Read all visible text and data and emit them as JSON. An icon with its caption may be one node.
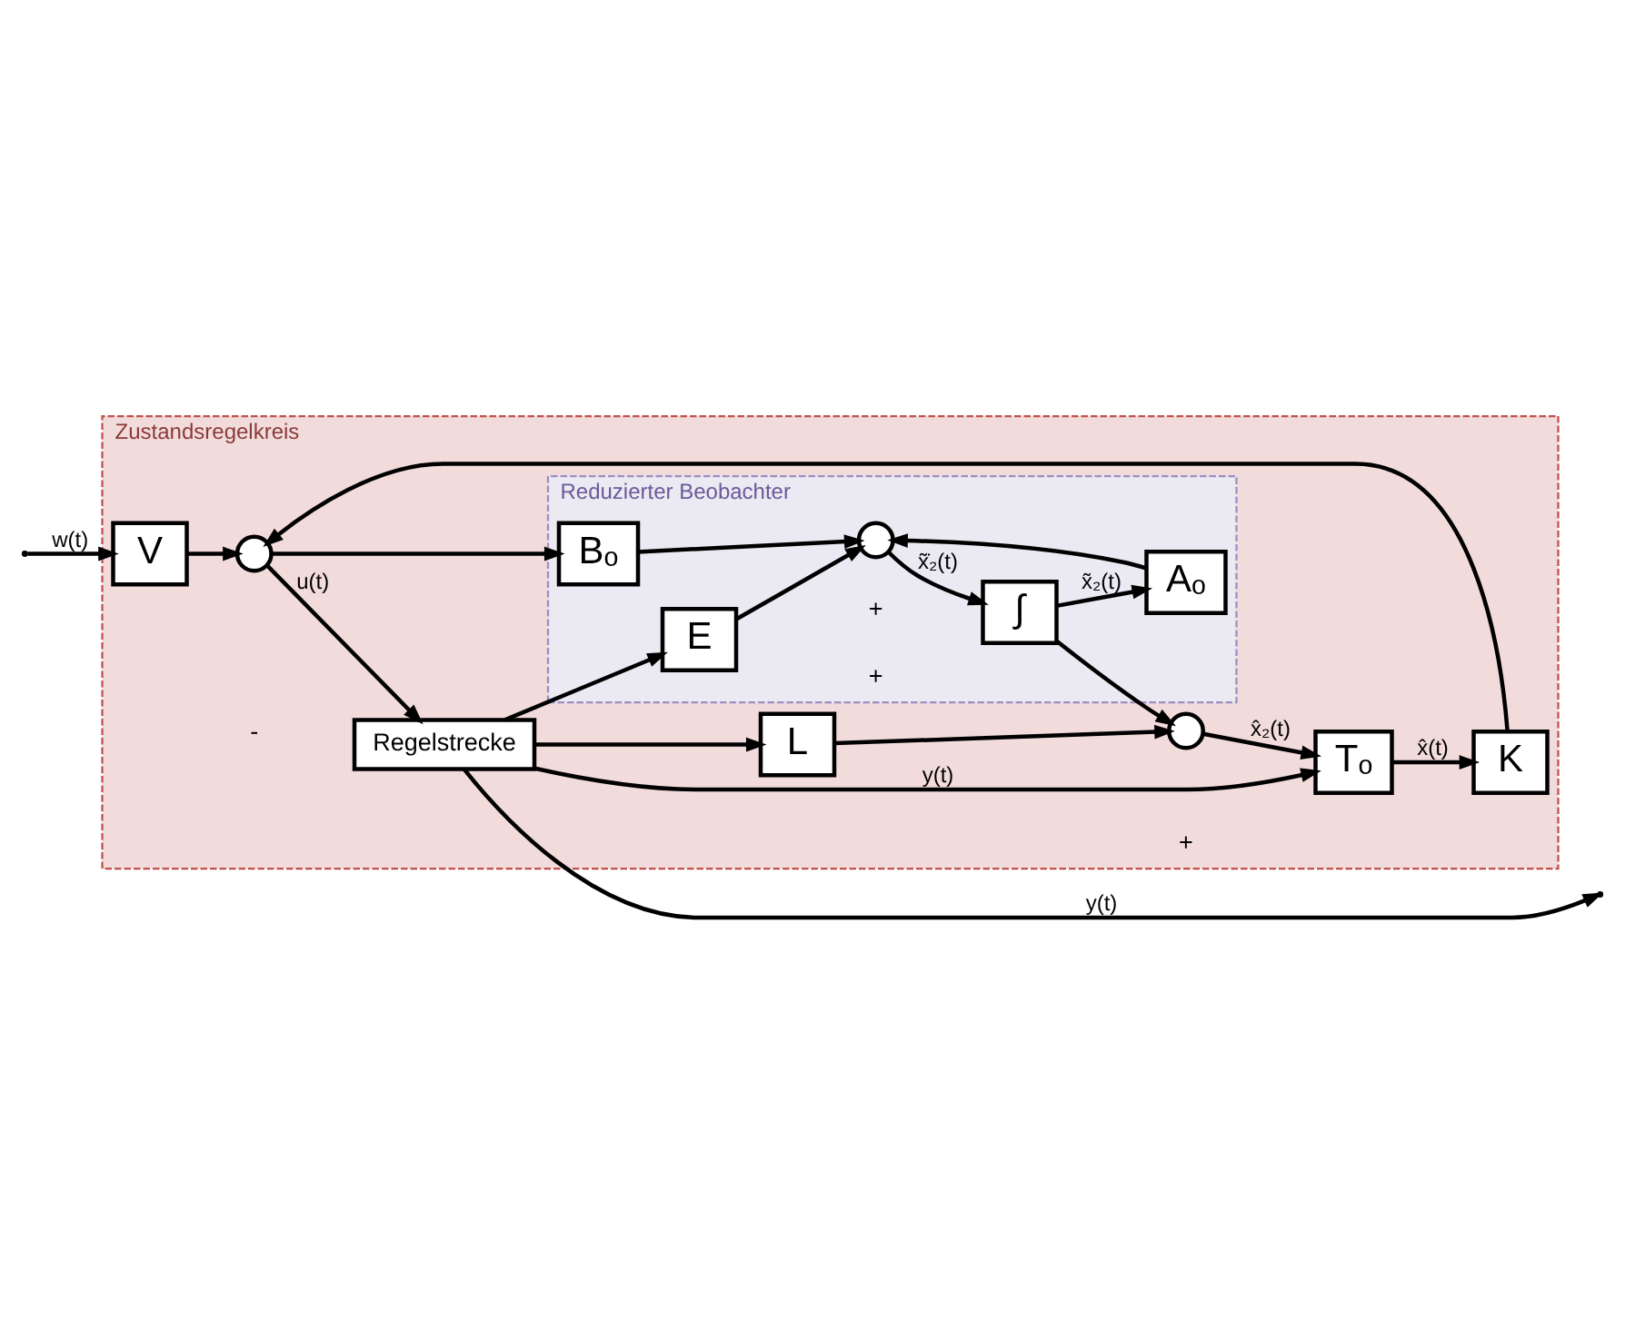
{
  "diagram": {
    "nodes": [
      {
        "text": [
          "Zustandsregelkreis"
        ]
      },
      {
        "text": [
          "V"
        ],
        "in": 0
      },
      {
        "text": [],
        "shape": "circle",
        "in": 0
      },
      {
        "text": [
          "Regelstrecke"
        ],
        "in": 0
      },
      {
        "text": [
          "Reduzierter Beobachter"
        ],
        "in": 0
      },
      {
        "text": [
          "E"
        ],
        "in": 4
      },
      {
        "text": [
          "Bₒ"
        ],
        "in": 4
      },
      {
        "text": [],
        "shape": "circle",
        "in": 4
      },
      {
        "text": [
          "∫"
        ],
        "in": 4
      },
      {
        "text": [
          "Aₒ"
        ],
        "in": 4
      },
      {
        "text": [
          "K"
        ],
        "in": 0
      },
      {
        "text": [
          "Tₒ"
        ],
        "in": 0
      },
      {
        "text": [],
        "shape": "circle",
        "in": 0
      },
      {
        "text": [
          "L"
        ],
        "in": 0
      }
    ],
    "edges": [
      {
        "from": null,
        "to": 1,
        "arrow": "to",
        "label": "w(t)"
      },
      {
        "from": 1,
        "to": 2,
        "arrow": "to"
      },
      {
        "from": 2,
        "to": 3,
        "arrow": "to",
        "label": "u(t)"
      },
      {
        "from": 2,
        "to": 6,
        "arrow": "to"
      },
      {
        "from": 3,
        "to": null,
        "arrow": "to",
        "label": "y(t)"
      },
      {
        "from": 3,
        "to": 5,
        "arrow": "to"
      },
      {
        "from": 3,
        "to": 11,
        "arrow": "to",
        "label": "y(t)"
      },
      {
        "from": 3,
        "to": 13,
        "arrow": "to"
      },
      {
        "from": 5,
        "to": 7,
        "arrow": "to"
      },
      {
        "from": 6,
        "to": 7,
        "arrow": "to"
      },
      {
        "from": 9,
        "to": 7,
        "arrow": "to"
      },
      {
        "from": 7,
        "to": 8,
        "arrow": "to",
        "label": "x̃̇₂(t)"
      },
      {
        "from": 8,
        "to": 9,
        "arrow": "to",
        "label": "x̃₂(t)"
      },
      {
        "from": 8,
        "to": 12,
        "arrow": "to"
      },
      {
        "from": 13,
        "to": 12,
        "arrow": "to"
      },
      {
        "from": 12,
        "to": 11,
        "arrow": "to",
        "label": "x̂₂(t)"
      },
      {
        "from": 11,
        "to": 10,
        "arrow": "to",
        "label": "x̂(t)"
      },
      {
        "from": 10,
        "to": 2,
        "arrow": "to"
      }
    ],
    "labels": [
      "-",
      "+",
      "+",
      "+"
    ]
  }
}
